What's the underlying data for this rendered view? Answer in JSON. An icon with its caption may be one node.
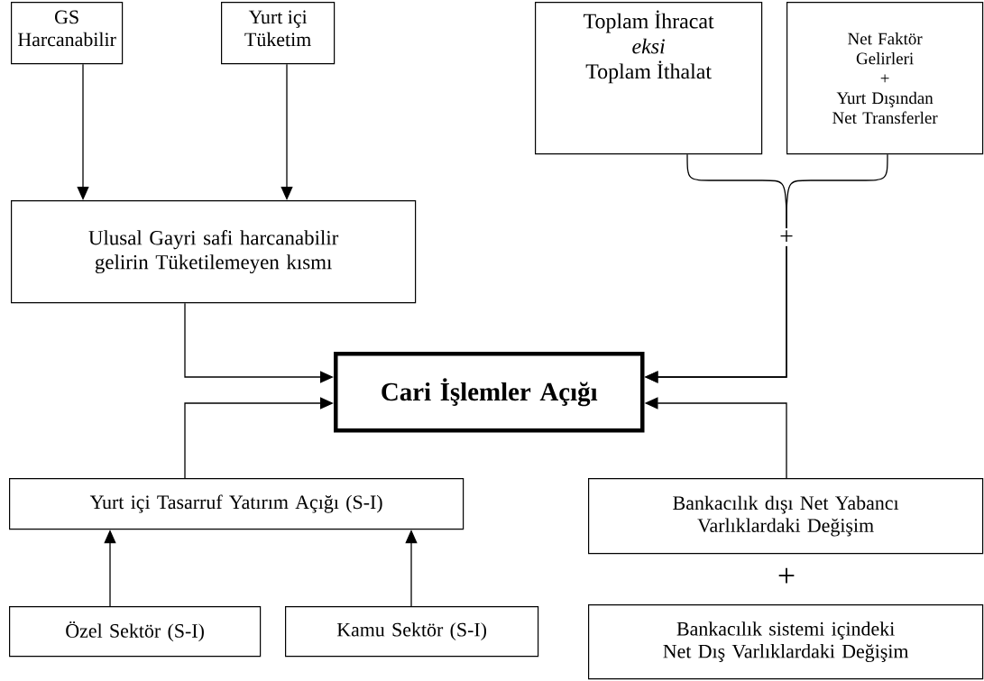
{
  "diagram": {
    "nodes": [
      {
        "text": [
          "GS Harcanabilir"
        ]
      },
      {
        "text": [
          "Yurt içi Tüketim"
        ]
      },
      {
        "text": [
          "Ulusal Gayri safi harcanabilir gelirin Tüketilemeyen kısmı"
        ]
      },
      {
        "text": [
          "Toplam İhracat",
          "eksi",
          "Toplam İthalat"
        ]
      },
      {
        "text": [
          "Net Faktör Gelirleri",
          "+",
          "Yurt Dışından Net Transferler"
        ]
      },
      {
        "text": [
          "Cari İşlemler Açığı"
        ]
      },
      {
        "text": [
          "Yurt içi Tasarruf Yatırım Açığı (S-I)"
        ]
      },
      {
        "text": [
          "Özel Sektör (S-I)"
        ]
      },
      {
        "text": [
          "Kamu Sektör (S-I)"
        ]
      },
      {
        "text": [
          "Bankacılık dışı Net Yabancı Varlıklardaki Değişim"
        ]
      },
      {
        "text": [
          "Bankacılık sistemi içindeki Net Dış Varlıklardaki Değişim"
        ]
      }
    ],
    "edges": [
      {
        "from": 0,
        "to": 2,
        "arrow": "to"
      },
      {
        "from": 1,
        "to": 2,
        "arrow": "to"
      },
      {
        "from": 2,
        "to": 5,
        "arrow": "to"
      },
      {
        "from": 6,
        "to": 5,
        "arrow": "to"
      },
      {
        "from": 3,
        "to": 5,
        "arrow": "to"
      },
      {
        "from": 4,
        "to": 5,
        "arrow": "to"
      },
      {
        "from": 9,
        "to": 5,
        "arrow": "to"
      },
      {
        "from": 7,
        "to": 6,
        "arrow": "to"
      },
      {
        "from": 8,
        "to": 6,
        "arrow": "to"
      }
    ],
    "labels": [
      "+",
      "+"
    ]
  }
}
